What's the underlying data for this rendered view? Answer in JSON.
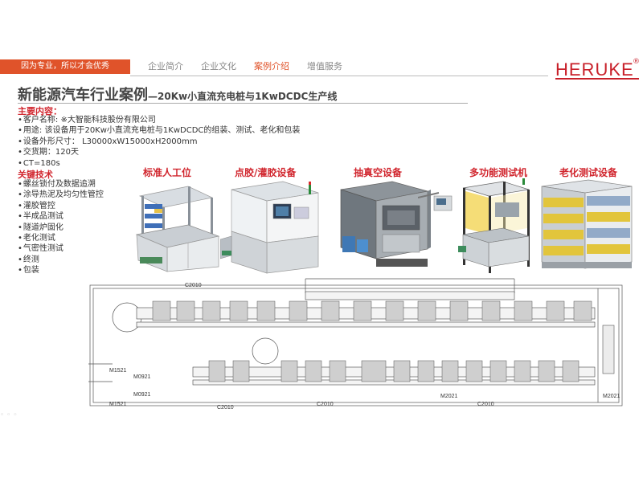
{
  "header": {
    "slogan": "因为专业，所以才会优秀",
    "nav": [
      "企业简介",
      "企业文化",
      "案例介绍",
      "增值服务"
    ],
    "active_nav": "案例介绍",
    "logo": "HERUKE",
    "logo_mark": "®",
    "accent_color": "#e0532a",
    "logo_color": "#c8202a"
  },
  "title": {
    "main": "新能源汽车行业案例",
    "sub": "—20Kw小直流充电桩与1KwDCDC生产线"
  },
  "content": {
    "main_heading": "主要内容：",
    "info": [
      "客户名称: ※大智能科技股份有限公司",
      "用途: 该设备用于20Kw小直流充电桩与1KwDCDC的组装、测试、老化和包装",
      "设备外形尺寸： L30000xW15000xH2000mm",
      "交货期：120天",
      "CT=180s"
    ],
    "tech_heading": "关键技术",
    "tech": [
      "螺丝锁付及数据追溯",
      "涂导热泥及均匀性管控",
      "灌胶管控",
      "半成品测试",
      "隧道炉固化",
      "老化测试",
      "气密性测试",
      "终测",
      "包装"
    ]
  },
  "equipment": [
    "标准人工位",
    "点胶/灌胶设备",
    "抽真空设备",
    "多功能测试机",
    "老化测试设备"
  ],
  "layout_labels": {
    "c2010_top": "C2010",
    "m1521_a": "M1521",
    "m0921_a": "M0921",
    "m0921_b": "M0921",
    "m1521_b": "M1521",
    "c2010_b1": "C2010",
    "c2010_b2": "C2010",
    "c2010_b3": "C2010",
    "m2021_a": "M2021",
    "m2021_b": "M2021"
  }
}
